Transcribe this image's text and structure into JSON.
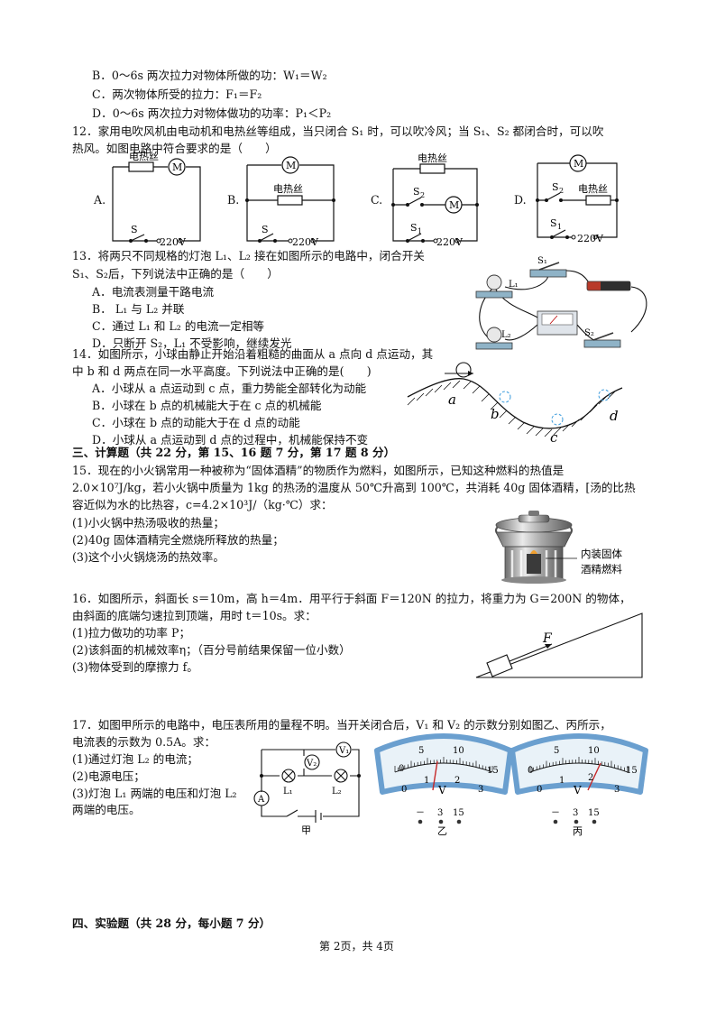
{
  "q11_options": {
    "B": "B．0～6s 两次拉力对物体所做的功：W₁＝W₂",
    "C": "C．两次物体所受的拉力：F₁＝F₂",
    "D": "D．0～6s 两次拉力对物体做功的功率：P₁＜P₂"
  },
  "q12": {
    "stem_line1": "12．家用电吹风机由电动机和电热丝等组成，当只闭合 S₁ 时，可以吹冷风；当 S₁、S₂ 都闭合时，可以吹",
    "stem_line2": "热风。如图电路中符合要求的是（　　）",
    "opt_A": "A.",
    "opt_B": "B.",
    "opt_C": "C.",
    "opt_D": "D.",
    "heater": "电热丝",
    "motor": "M",
    "voltage": "220V",
    "s": "S",
    "s1": "S",
    "s2": "S",
    "sub1": "1",
    "sub2": "2"
  },
  "q13": {
    "line1": "13．将两只不同规格的灯泡 L₁、L₂ 接在如图所示的电路中，闭合开关",
    "line2": "S₁、S₂后，下列说法中正确的是（　　）",
    "A": "A．电流表测量干路电流",
    "B": "B．  L₁ 与 L₂ 并联",
    "C": "C．通过  L₁ 和 L₂ 的电流一定相等",
    "D": "D．只断开 S₂，L₁ 不受影响，继续发光",
    "fig_L1": "L₁",
    "fig_L2": "L₂",
    "fig_S1": "S₁",
    "fig_S2": "S₂"
  },
  "q14": {
    "line1": "14．如图所示，小球由静止开始沿着粗糙的曲面从 a 点向 d 点运动，其",
    "line2": "中 b 和 d 两点在同一水平高度。下列说法中正确的是(　　)",
    "A": "A．小球从 a 点运动到 c 点，重力势能全部转化为动能",
    "B": "B．小球在 b 点的机械能大于在 c 点的机械能",
    "C": "C．小球在 b 点的动能大于在 d 点的动能",
    "D": "D．小球从 a 点运动到 d 点的过程中，机械能保持不变",
    "fig_a": "a",
    "fig_b": "b",
    "fig_c": "c",
    "fig_d": "d"
  },
  "section3": "三、计算题（共 22 分，第 15、16 题 7 分，第 17 题 8 分）",
  "q15": {
    "line1": "15．现在的小火锅常用一种被称为“固体酒精”的物质作为燃料，如图所示，已知这种燃料的热值是",
    "line2": "2.0×10⁷J/kg，若小火锅中质量为 1kg 的热汤的温度从 50℃升高到 100℃，共消耗 40g 固体酒精，[汤的比热",
    "line3": "容近似为水的比热容，c=4.2×10³J/（kg·℃）求：",
    "p1": "(1)小火锅中热汤吸收的热量；",
    "p2": "(2)40g 固体酒精完全燃烧所释放的热量；",
    "p3": "(3)这个小火锅烧汤的热效率。",
    "fig_label1": "内装固体",
    "fig_label2": "酒精燃料"
  },
  "q16": {
    "line1": "16．如图所示，斜面长 s＝10m，高 h＝4m．用平行于斜面 F＝120N 的拉力，将重力为 G＝200N 的物体，",
    "line2": "由斜面的底端匀速拉到顶端，用时 t＝10s。求：",
    "p1": "(1)拉力做功的功率 P；",
    "p2": "(2)该斜面的机械效率η；（百分号前结果保留一位小数）",
    "p3": "(3)物体受到的摩擦力 f。",
    "fig_F": "F"
  },
  "q17": {
    "line1": "17．如图甲所示的电路中，电压表所用的量程不明。当开关闭合后，V₁ 和 V₂ 的示数分别如图乙、丙所示，",
    "line2": "电流表的示数为 0.5A。求：",
    "p1": "(1)通过灯泡 L₂ 的电流；",
    "p2": "(2)电源电压；",
    "p3": "(3)灯泡 L₁ 两端的电压和灯泡 L₂",
    "p4": "两端的电压。",
    "fig_jia": "甲",
    "fig_yi": "乙",
    "fig_bing": "丙",
    "meter_unit": "V",
    "meter_top_ticks": [
      "5",
      "10",
      "15"
    ],
    "meter_ends": [
      "0",
      "15"
    ],
    "meter_inner": [
      "1",
      "2",
      "3"
    ],
    "meter_inner_start": "0",
    "terminals": [
      "－",
      "3",
      "15"
    ],
    "fig_V1": "V₁",
    "fig_V2": "V₂",
    "fig_A": "A",
    "fig_L1": "L₁",
    "fig_L2": "L₂"
  },
  "section4": "四、实验题（共 28 分，每小题 7 分）",
  "footer": "第 2页，共 4页"
}
